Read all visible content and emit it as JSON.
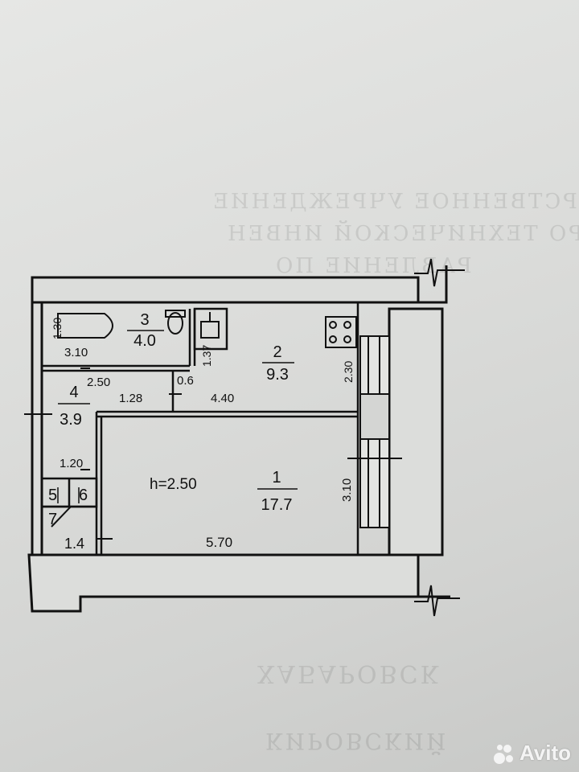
{
  "bleed_through": [
    "ГОСУДАРСТВЕННОЕ УЧРЕЖДЕНИЕ",
    "ЕВОЕ БЮРО ТЕХНИЧЕСКОЙ ИНВЕН",
    "РАВЛЕНИЕ ПО",
    "ХАБАРОВСК",
    "КИРОВСКИЙ"
  ],
  "rooms": [
    {
      "number": "1",
      "area": "17.7"
    },
    {
      "number": "2",
      "area": "9.3"
    },
    {
      "number": "3",
      "area": "4.0"
    },
    {
      "number": "4",
      "area": "3.9"
    },
    {
      "number": "5"
    },
    {
      "number": "6"
    },
    {
      "number": "7",
      "area": "1.4"
    }
  ],
  "dimensions": {
    "room1_height": "h=2.50",
    "room1_width": "5.70",
    "room1_depth": "3.10",
    "room2_width": "4.40",
    "room2_depth": "2.30",
    "room3_width": "3.10",
    "room3_depth": "1.30",
    "room4_width": "2.50",
    "room4_depth": "1.28",
    "toilet_depth": "1.37",
    "niche_width": "0.6",
    "corridor_width": "1.20"
  },
  "watermark": "Avito"
}
